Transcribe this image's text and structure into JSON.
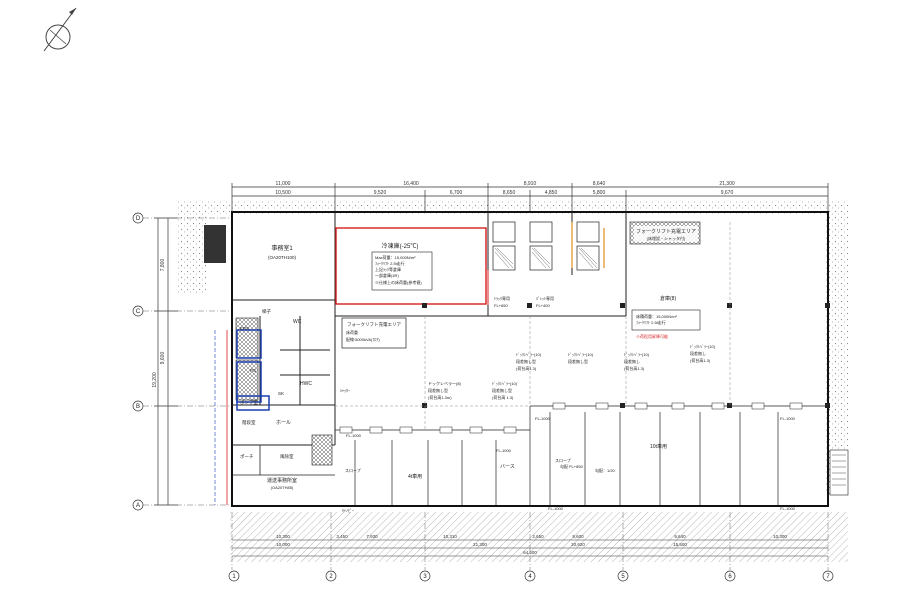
{
  "plan": {
    "grid_columns": [
      "1",
      "2",
      "3",
      "4",
      "5",
      "6",
      "7"
    ],
    "grid_rows": [
      "D",
      "C",
      "B",
      "A"
    ],
    "top_dimensions": {
      "overall_row": [
        "11,000",
        "16,400",
        "8,910",
        "8,640",
        "21,300"
      ],
      "detail_row": [
        "10,500",
        "9,520",
        "6,700",
        "8,650",
        "4,850",
        "5,800",
        "9,670"
      ]
    },
    "bottom_dimensions": {
      "row1": [
        "10,300",
        "3,450",
        "7,930",
        "10,310",
        "2,650",
        "9,600",
        "9,640",
        "10,300"
      ],
      "row2": [
        "10,000",
        "21,300",
        "20,620",
        "15,500"
      ],
      "row3": [
        "64,500"
      ]
    },
    "left_dimensions": [
      "7,800",
      "9,600",
      "19,200"
    ],
    "rooms": {
      "office1": "事務室1",
      "office1_sub": "(OA20TH100)",
      "freezer": "冷凍庫(-25℃)",
      "freezer_note_1": "Max荷重：15,000N/m²",
      "freezer_note_2": "ﾌｫｰｸﾘﾌﾄ 2.5t走行",
      "freezer_note_3": "上記ﾗｯｸ等倉庫",
      "freezer_note_4": "一部倉庫(4R)",
      "freezer_note_5": "※仕様上の床荷重(参考値)",
      "forklift_charge_top": "フォークリフト充電エリア",
      "forklift_charge_top_2": "(床埋設・シャッタ付)",
      "forklift_charge_mid": "フォークリフト充電エリア",
      "forklift_mid_1": "床荷重",
      "forklift_mid_2": "配線:5000kVA(ﾌﾛｱ)",
      "lift_note_1": "ﾄﾗｯｸ専用",
      "lift_note_2": "FL+650",
      "pallet_note_1": "ﾊﾟﾚｯﾄ専用",
      "pallet_note_2": "FL+400",
      "warehouse": "倉庫(8)",
      "warehouse_note_1": "床積荷重：15,000N/m²",
      "warehouse_note_2": "ﾌｫｰｸﾘﾌﾄ 2.5t走行",
      "warehouse_note_3": "※荷役用昇降可能",
      "lv1_a": "ドックレベラー(8)",
      "lv1_b": "段差無し型",
      "lv1_c": "(荷台高1.3m)",
      "lv2_a": "ﾄﾞｯｸﾚﾍﾞﾗｰ(10)",
      "lv2_b": "段差無し型",
      "lv2_c": "(荷台高 1.3)",
      "lv3_a": "ﾄﾞｯｸﾚﾍﾞﾗｰ(10)",
      "lv3_b": "段差無し型",
      "lv3_c": "(荷台高1.3)",
      "lv4_a": "ﾄﾞｯｸﾚﾍﾞﾗｰ(10)",
      "lv4_b": "段差無し型",
      "lv5_a": "ﾄﾞｯｸﾚﾍﾞﾗｰ(10)",
      "lv5_b": "段差無し",
      "lv5_c": "(荷台高1.3)",
      "lv6_a": "ﾄﾞｯｸﾚﾍﾞﾗｰ(10)",
      "lv6_b": "段差無し",
      "lv6_c": "(荷台高1.3)",
      "truck_parking_4t": "4t車用",
      "truck_parking_10t": "10t車用",
      "berth": "バース",
      "eps": "EPS",
      "ps": "PS",
      "sk": "SK",
      "hwc": "HWC",
      "wc": "WC",
      "ladder": "梯子",
      "hall": "ホール",
      "porch": "ポーチ",
      "pump_room": "ポンプ室",
      "stairs": "階段室",
      "entrance_hall": "風除室",
      "office2": "運送事務所室",
      "office2_sub": "(OA20TH85)",
      "canopy": "ｷｬﾉﾋﾟｰ",
      "fl_labels": [
        "FL-1000",
        "FL-1000",
        "FL-1000",
        "FL-1000",
        "FL-1000",
        "FL-1000"
      ],
      "ramp_note": "スロープ",
      "ramp_note_2": "勾配 FL+850",
      "ramp_slope": "勾配：1/20",
      "ramp_label": "スロープ",
      "shutter": "ｼｬｯﾀｰ"
    },
    "colors": {
      "line": "#222222",
      "red": "#d62020",
      "blue": "#1a3fb0",
      "orange": "#e0901a",
      "hatch": "#9a9a9a",
      "paper": "#ffffff"
    }
  }
}
